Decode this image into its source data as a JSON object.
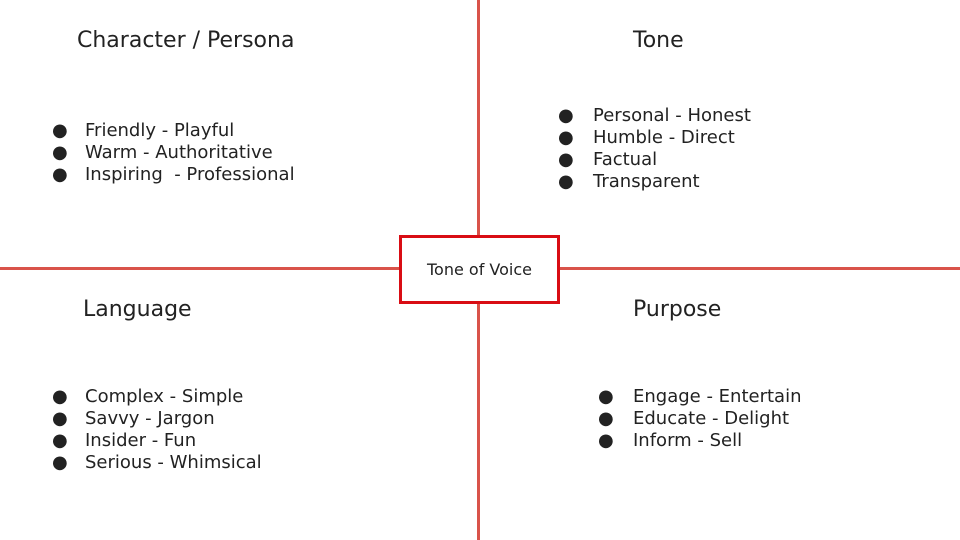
{
  "center": {
    "label": "Tone of Voice"
  },
  "bullet_glyph": "●",
  "line_color": "#d9534a",
  "box_border_color": "#d90d14",
  "quadrants": [
    {
      "title": "Character / Persona",
      "items": [
        "Friendly - Playful",
        "Warm - Authoritative",
        "Inspiring  - Professional"
      ]
    },
    {
      "title": "Tone",
      "items": [
        "Personal - Honest",
        "Humble - Direct",
        "Factual",
        "Transparent"
      ]
    },
    {
      "title": "Language",
      "items": [
        "Complex - Simple",
        "Savvy - Jargon",
        "Insider - Fun",
        "Serious - Whimsical"
      ]
    },
    {
      "title": "Purpose",
      "items": [
        "Engage - Entertain",
        "Educate - Delight",
        "Inform - Sell"
      ]
    }
  ]
}
